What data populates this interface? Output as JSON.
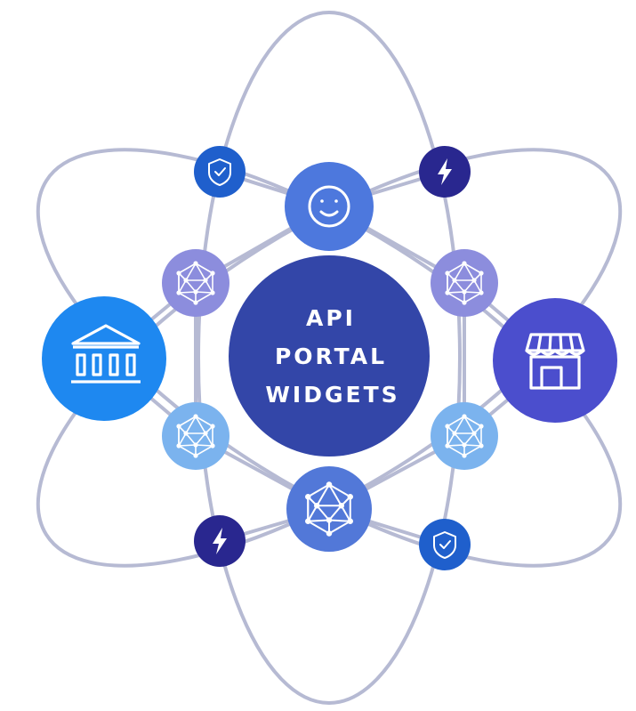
{
  "center": {
    "lines": [
      "API",
      "PORTAL",
      "WIDGETS"
    ]
  },
  "colors": {
    "orbit": "#b6bad3",
    "connector": "#b6bad3",
    "center": "#3346a8",
    "bank": "#1e88f0",
    "store": "#4b4ecd",
    "smiley": "#4d78dd",
    "node_light_purple": "#8c8ddd",
    "node_light_blue": "#7bb3ee",
    "node_mid_blue": "#5278d8",
    "badge_shield": "#1f5fcc",
    "badge_bolt": "#29278f"
  },
  "icons": {
    "left_hub": "bank-icon",
    "right_hub": "storefront-icon",
    "top_hub": "smiley-icon",
    "nodes": "network-mesh-icon",
    "badges": [
      "shield-check-icon",
      "lightning-bolt-icon"
    ]
  }
}
